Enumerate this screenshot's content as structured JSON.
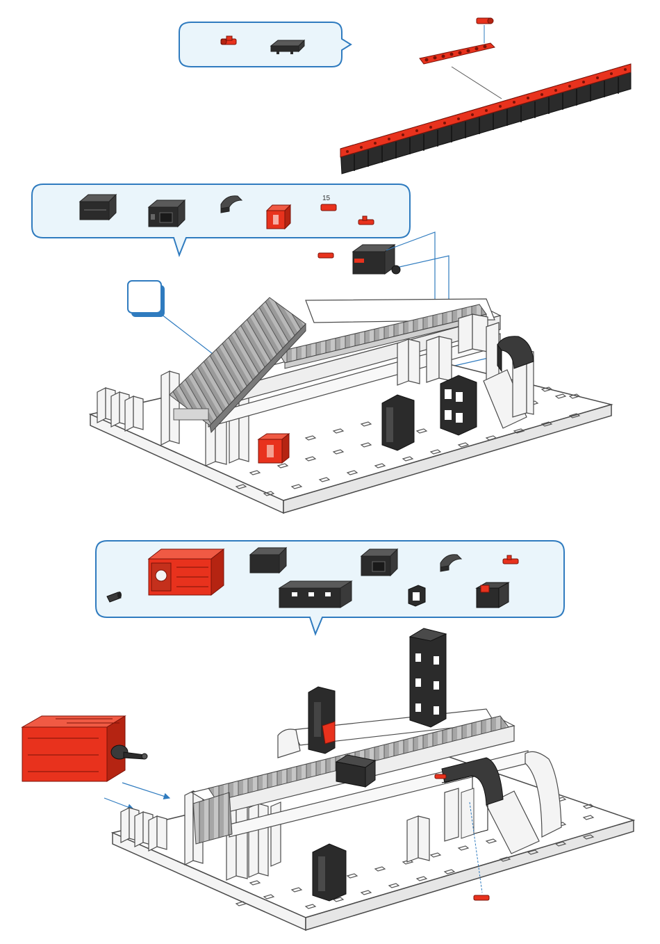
{
  "page": {
    "domain": "Diagram",
    "description_type": "assembly-instructions",
    "colors": {
      "accent_blue": "#2f7bbf",
      "bubble_fill": "#eaf5fb",
      "part_red": "#e8321d",
      "part_dark": "#3a3a3a",
      "part_white": "#f4f4f4",
      "outline": "#4a4a4a"
    }
  },
  "step_top": {
    "parts_bubble": {
      "parts": [
        {
          "name": "red-connector-part",
          "color": "red"
        },
        {
          "name": "black-flat-plate-part",
          "color": "black"
        }
      ]
    },
    "assembly": {
      "name": "conveyor-chain-strip"
    }
  },
  "step_middle": {
    "parts_bubble": {
      "parts": [
        {
          "name": "black-building-block-part",
          "color": "black"
        },
        {
          "name": "black-angle-block-part",
          "color": "black"
        },
        {
          "name": "black-bow-part",
          "color": "black"
        },
        {
          "name": "red-cross-block-part",
          "color": "red"
        },
        {
          "name": "red-connector-15-part",
          "color": "red",
          "label": "15"
        },
        {
          "name": "red-small-connector-part",
          "color": "red"
        }
      ]
    },
    "step_number_box": "",
    "assembly": {
      "name": "conveyor-base-assembly"
    }
  },
  "step_bottom": {
    "parts_bubble": {
      "parts": [
        {
          "name": "red-motor-part",
          "color": "red"
        },
        {
          "name": "black-building-block-part",
          "color": "black"
        },
        {
          "name": "black-angle-block-part",
          "color": "black"
        },
        {
          "name": "black-bow-part",
          "color": "black"
        },
        {
          "name": "red-small-connector-part",
          "color": "red"
        },
        {
          "name": "black-axle-sleeve-part",
          "color": "black"
        },
        {
          "name": "black-long-angle-block-part",
          "color": "black"
        },
        {
          "name": "black-small-clip-part",
          "color": "black"
        },
        {
          "name": "red-switch-part",
          "color": "red"
        }
      ]
    },
    "assembly": {
      "name": "motorized-conveyor-assembly"
    }
  }
}
